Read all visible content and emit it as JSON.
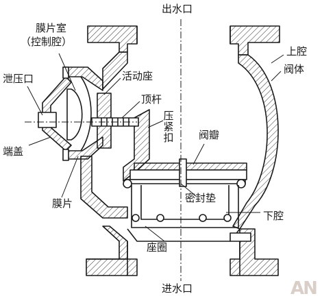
{
  "labels": {
    "outlet": "出水口",
    "inlet": "进水口",
    "diaphragm_chamber": "膜片室",
    "control_chamber": "（控制腔）",
    "relief_port": "泄压口",
    "movable_seat": "活动座",
    "push_rod": "顶杆",
    "press_buckle": "压紧扣",
    "upper_chamber": "上腔",
    "valve_body": "阀体",
    "valve_disc": "阀瓣",
    "end_cover": "端盖",
    "diaphragm": "膜片",
    "seal_gasket": "密封垫",
    "lower_chamber": "下腔",
    "seat_ring": "座圈"
  },
  "watermark": "AN",
  "colors": {
    "line": "#1a1a1a",
    "hatch": "#333333",
    "background": "#ffffff"
  }
}
